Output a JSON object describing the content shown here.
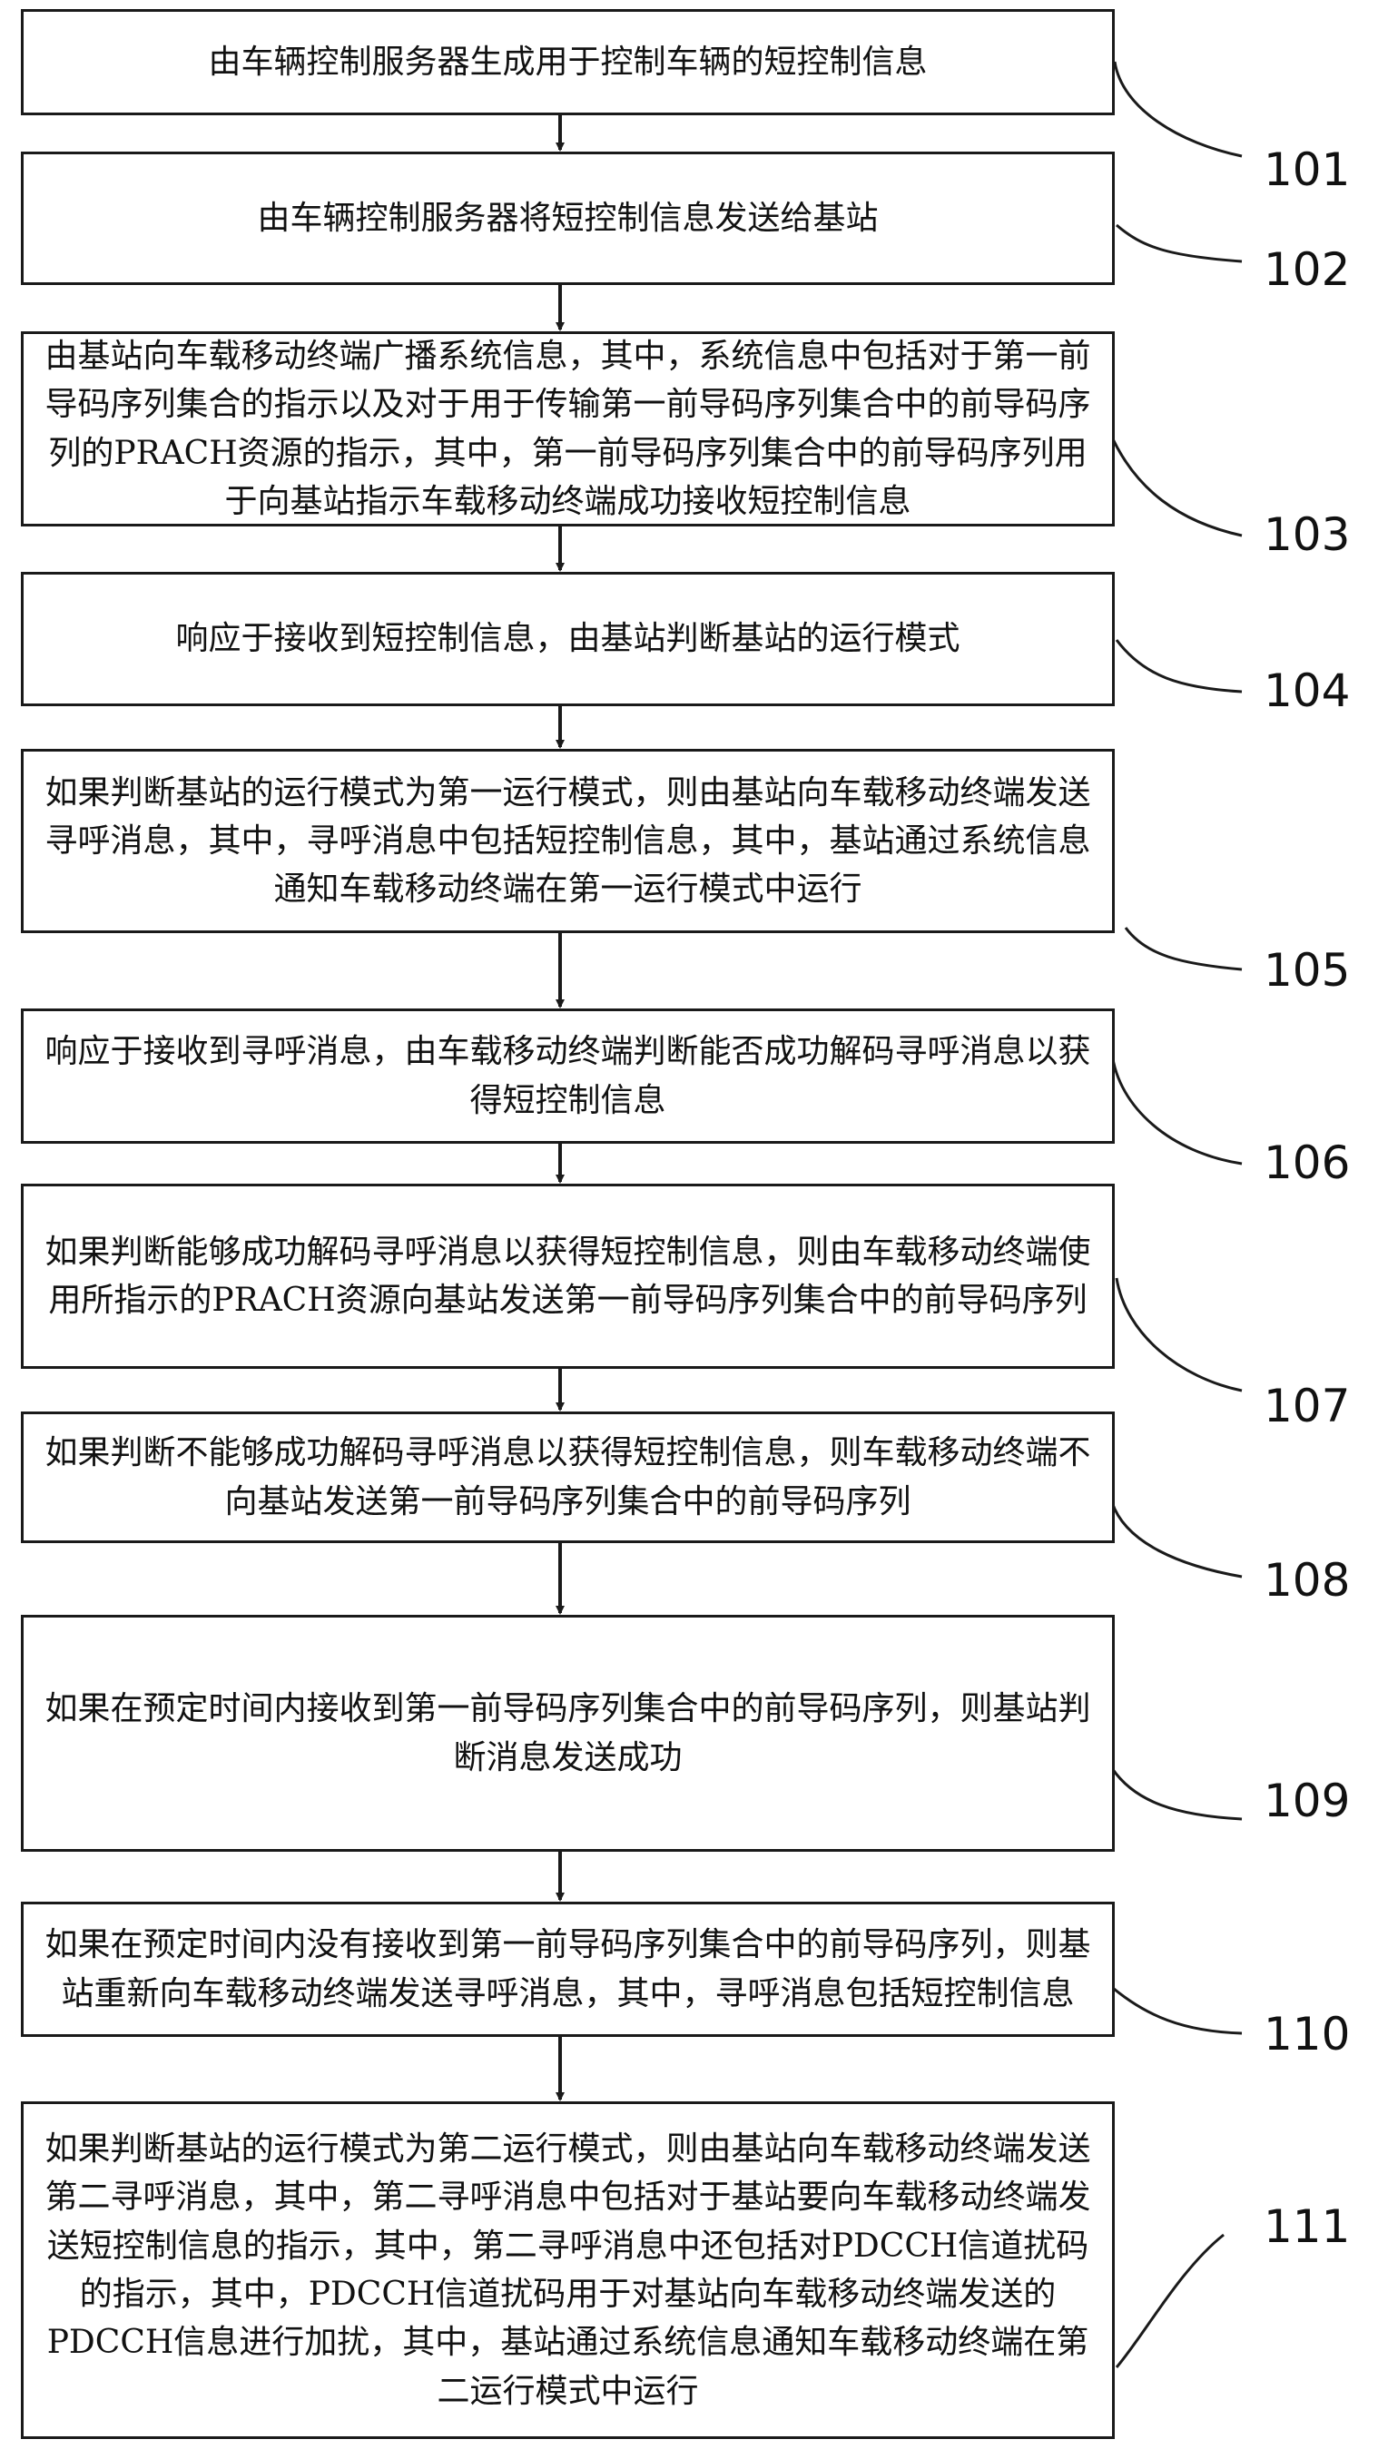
{
  "steps": [
    {
      "id": "101",
      "text": "由车辆控制服务器生成用于控制车辆的短控制信息"
    },
    {
      "id": "102",
      "text": "由车辆控制服务器将短控制信息发送给基站"
    },
    {
      "id": "103",
      "text": "由基站向车载移动终端广播系统信息，其中，系统信息中包括对于第一前导码序列集合的指示以及对于用于传输第一前导码序列集合中的前导码序列的PRACH资源的指示，其中，第一前导码序列集合中的前导码序列用于向基站指示车载移动终端成功接收短控制信息"
    },
    {
      "id": "104",
      "text": "响应于接收到短控制信息，由基站判断基站的运行模式"
    },
    {
      "id": "105",
      "text": "如果判断基站的运行模式为第一运行模式，则由基站向车载移动终端发送寻呼消息，其中，寻呼消息中包括短控制信息，其中，基站通过系统信息通知车载移动终端在第一运行模式中运行"
    },
    {
      "id": "106",
      "text": "响应于接收到寻呼消息，由车载移动终端判断能否成功解码寻呼消息以获得短控制信息"
    },
    {
      "id": "107",
      "text": "如果判断能够成功解码寻呼消息以获得短控制信息，则由车载移动终端使用所指示的PRACH资源向基站发送第一前导码序列集合中的前导码序列"
    },
    {
      "id": "108",
      "text": "如果判断不能够成功解码寻呼消息以获得短控制信息，则车载移动终端不向基站发送第一前导码序列集合中的前导码序列"
    },
    {
      "id": "109",
      "text": "如果在预定时间内接收到第一前导码序列集合中的前导码序列，则基站判断消息发送成功"
    },
    {
      "id": "110",
      "text": "如果在预定时间内没有接收到第一前导码序列集合中的前导码序列，则基站重新向车载移动终端发送寻呼消息，其中，寻呼消息包括短控制信息"
    },
    {
      "id": "111",
      "text": "如果判断基站的运行模式为第二运行模式，则由基站向车载移动终端发送第二寻呼消息，其中，第二寻呼消息中包括对于基站要向车载移动终端发送短控制信息的指示，其中，第二寻呼消息中还包括对PDCCH信道扰码的指示，其中，PDCCH信道扰码用于对基站向车载移动终端发送的PDCCH信息进行加扰，其中，基站通过系统信息通知车载移动终端在第二运行模式中运行"
    }
  ],
  "colors": {
    "line": "#1a1a1a",
    "text": "#111111",
    "background": "#ffffff"
  }
}
